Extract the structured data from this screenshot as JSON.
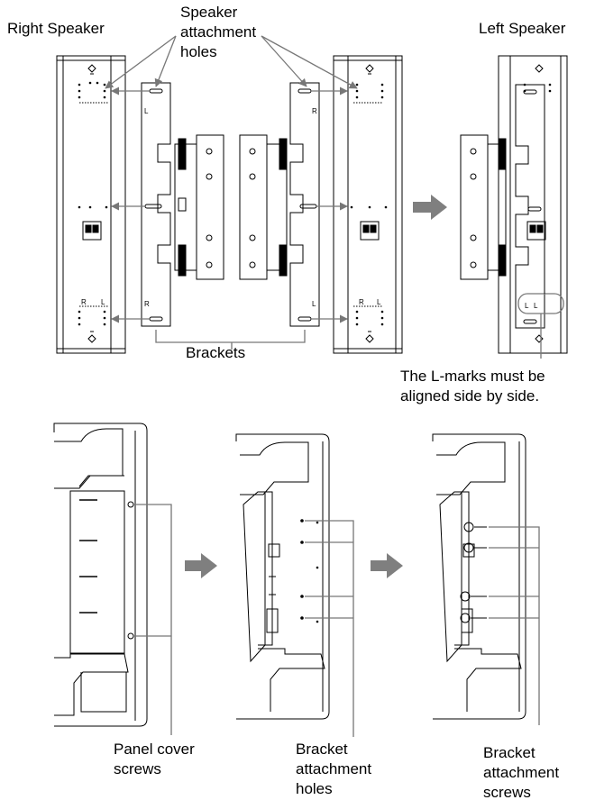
{
  "labels": {
    "right_speaker": "Right Speaker",
    "left_speaker": "Left Speaker",
    "speaker_holes_1": "Speaker",
    "speaker_holes_2": "attachment",
    "speaker_holes_3": "holes",
    "brackets": "Brackets",
    "lmarks_1": "The L-marks must be",
    "lmarks_2": "aligned side by side.",
    "panel_1": "Panel cover",
    "panel_2": "screws",
    "bah_1": "Bracket",
    "bah_2": "attachment",
    "bah_3": "holes",
    "bas_1": "Bracket",
    "bas_2": "attachment",
    "bas_3": "screws"
  },
  "marks": {
    "r": "R",
    "l": "L"
  },
  "colors": {
    "line": "#000000",
    "arrow": "#7f7f7f",
    "leader": "#777777"
  }
}
